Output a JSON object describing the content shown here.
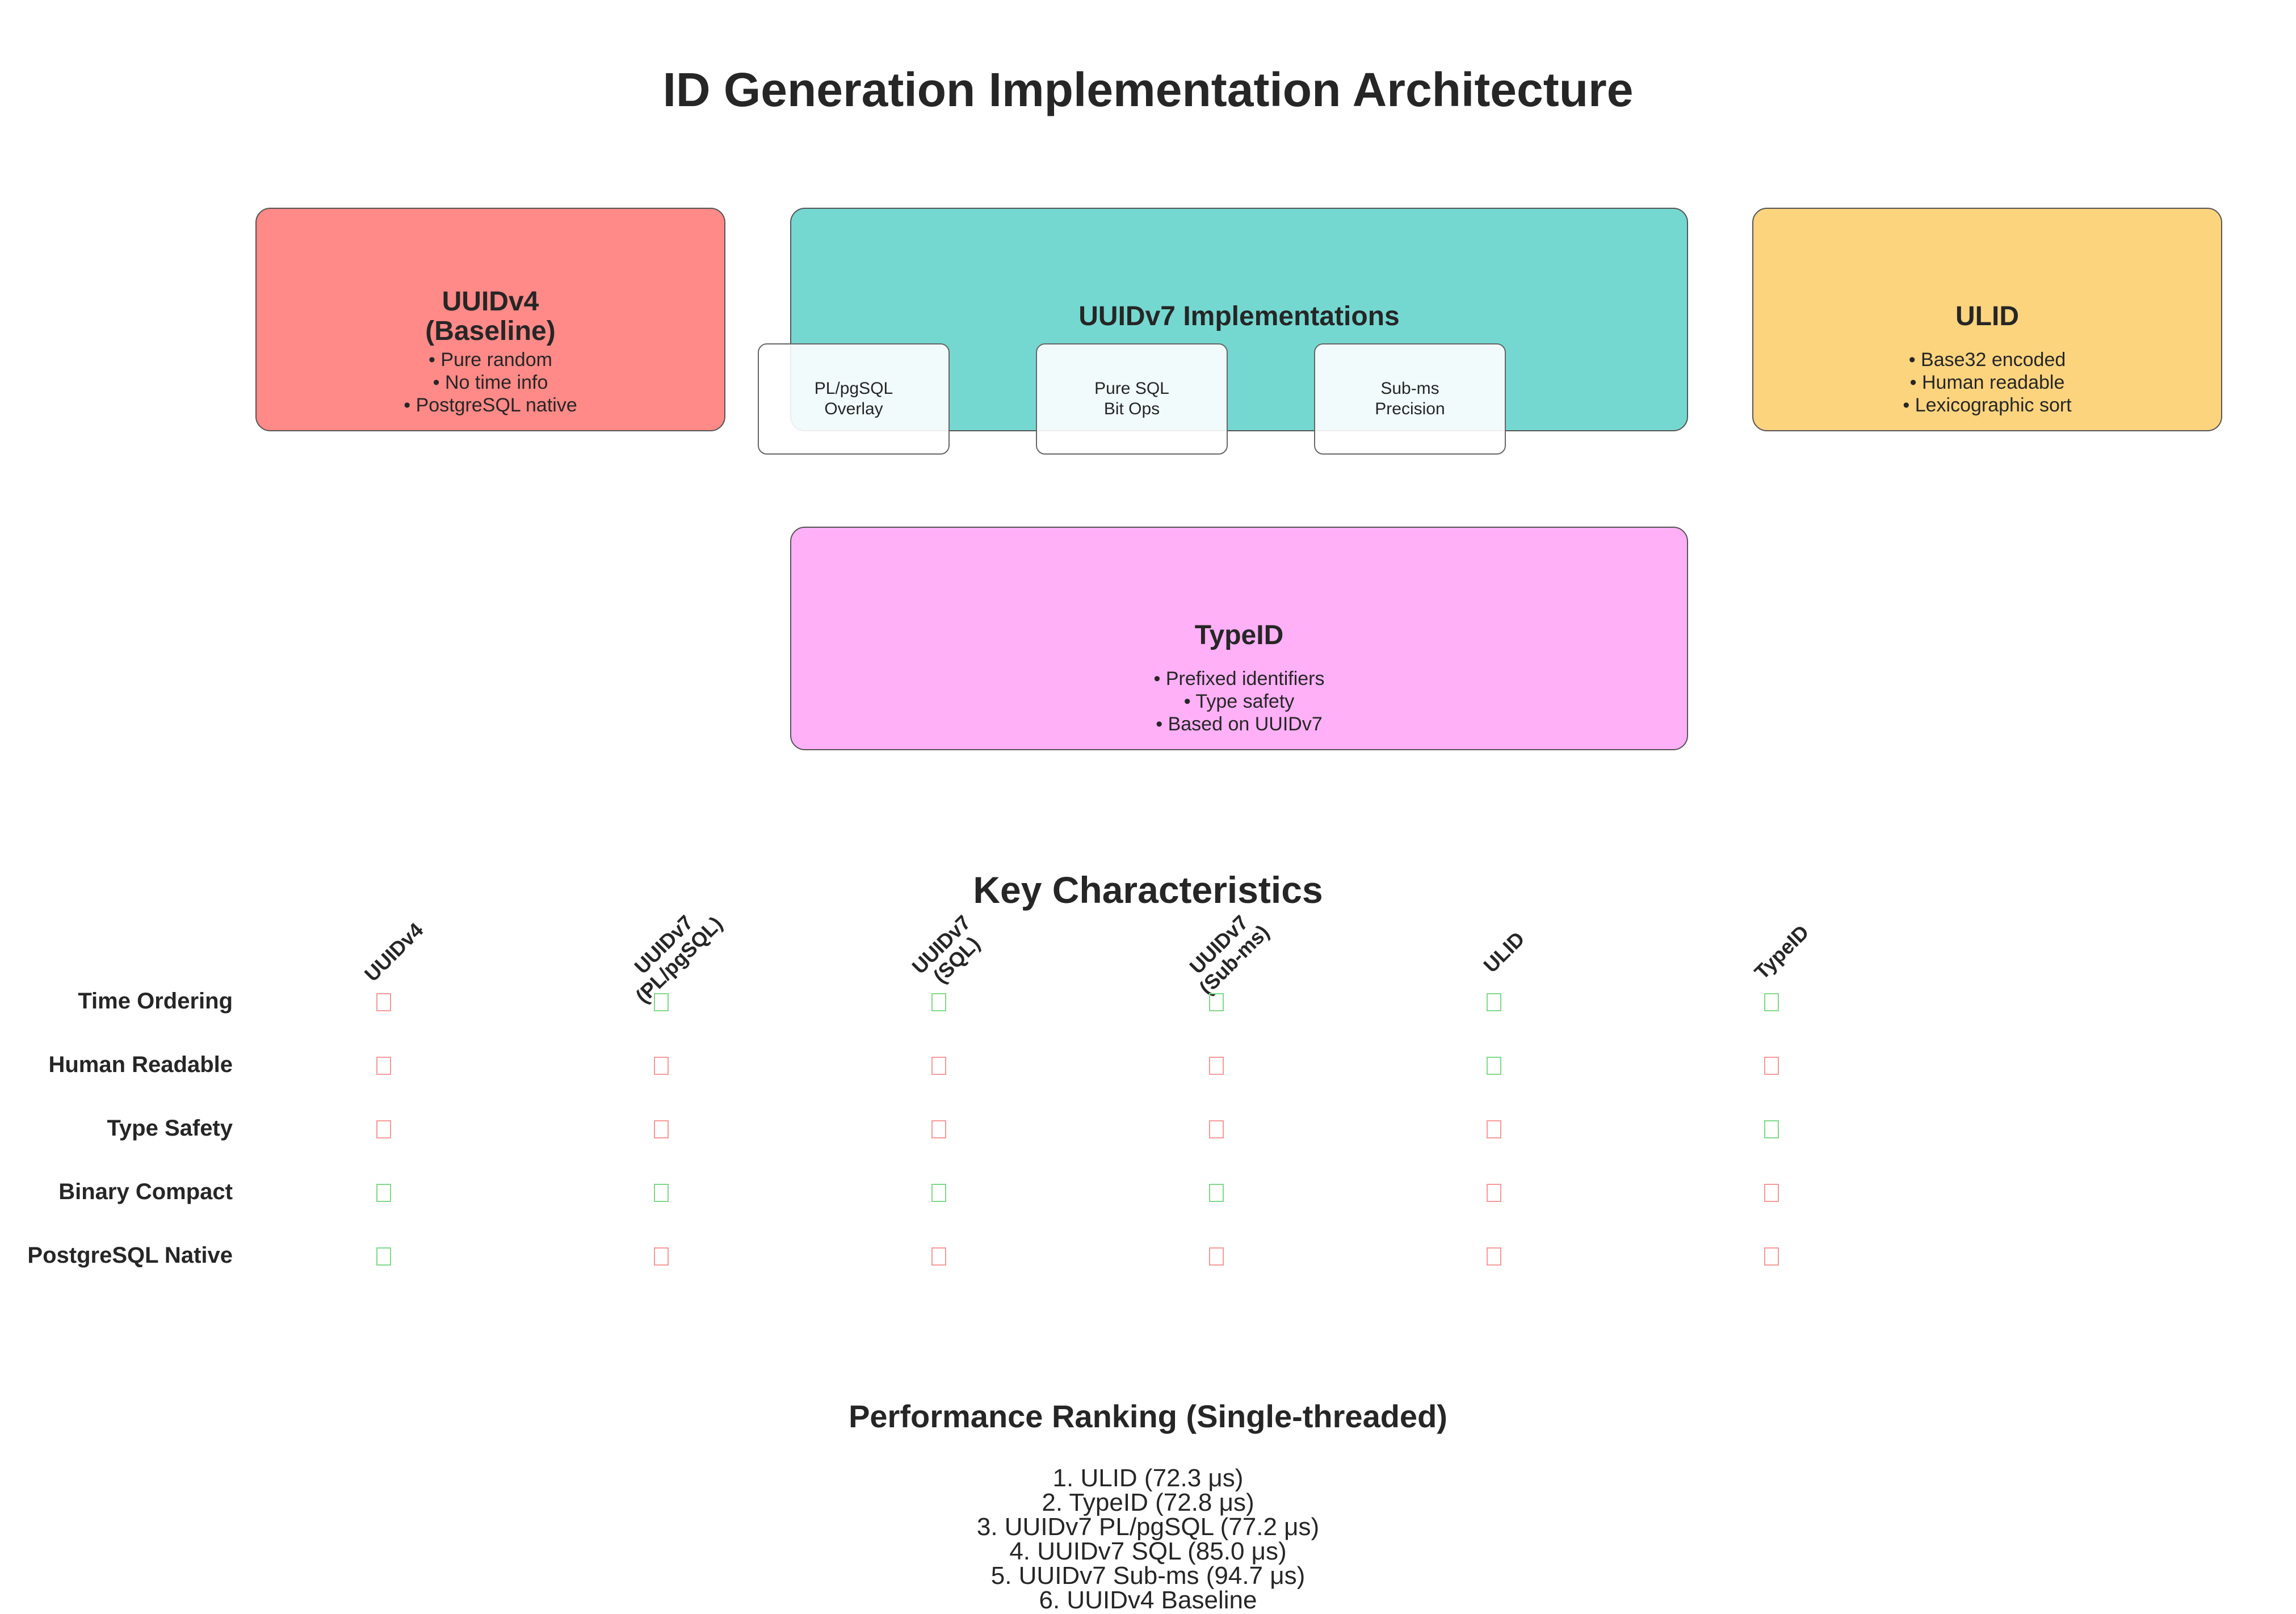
{
  "title": "ID Generation Implementation Architecture",
  "boxes": {
    "uuidv4": {
      "title_line1": "UUIDv4",
      "title_line2": "(Baseline)",
      "bullets": [
        "• Pure random",
        "• No time info",
        "• PostgreSQL native"
      ],
      "color": "#ff8a87"
    },
    "uuidv7": {
      "title": "UUIDv7 Implementations",
      "color": "#74d8d1",
      "subs": [
        {
          "line1": "PL/pgSQL",
          "line2": "Overlay"
        },
        {
          "line1": "Pure SQL",
          "line2": "Bit Ops"
        },
        {
          "line1": "Sub-ms",
          "line2": "Precision"
        }
      ]
    },
    "ulid": {
      "title": "ULID",
      "bullets": [
        "• Base32 encoded",
        "• Human readable",
        "• Lexicographic sort"
      ],
      "color": "#fdd47e"
    },
    "typeid": {
      "title": "TypeID",
      "bullets": [
        "• Prefixed identifiers",
        "• Type safety",
        "• Based on UUIDv7"
      ],
      "color": "#ffb0f7"
    }
  },
  "characteristics": {
    "title": "Key Characteristics",
    "columns": [
      {
        "line1": "UUIDv4",
        "line2": ""
      },
      {
        "line1": "UUIDv7",
        "line2": "(PL/pgSQL)"
      },
      {
        "line1": "UUIDv7",
        "line2": "(SQL)"
      },
      {
        "line1": "UUIDv7",
        "line2": "(Sub-ms)"
      },
      {
        "line1": "ULID",
        "line2": ""
      },
      {
        "line1": "TypeID",
        "line2": ""
      }
    ],
    "rows": [
      {
        "label": "Time Ordering",
        "values": [
          false,
          true,
          true,
          true,
          true,
          true
        ]
      },
      {
        "label": "Human Readable",
        "values": [
          false,
          false,
          false,
          false,
          true,
          false
        ]
      },
      {
        "label": "Type Safety",
        "values": [
          false,
          false,
          false,
          false,
          false,
          true
        ]
      },
      {
        "label": "Binary Compact",
        "values": [
          true,
          true,
          true,
          true,
          false,
          false
        ]
      },
      {
        "label": "PostgreSQL Native",
        "values": [
          true,
          false,
          false,
          false,
          false,
          false
        ]
      }
    ],
    "yes_color": "#7fd98a",
    "no_color": "#f59a9a"
  },
  "performance": {
    "title": "Performance Ranking (Single-threaded)",
    "items": [
      "1. ULID (72.3 μs)",
      "2. TypeID (72.8 μs)",
      "3. UUIDv7 PL/pgSQL (77.2 μs)",
      "4. UUIDv7 SQL (85.0 μs)",
      "5. UUIDv7 Sub-ms (94.7 μs)",
      "6. UUIDv4 Baseline"
    ]
  }
}
